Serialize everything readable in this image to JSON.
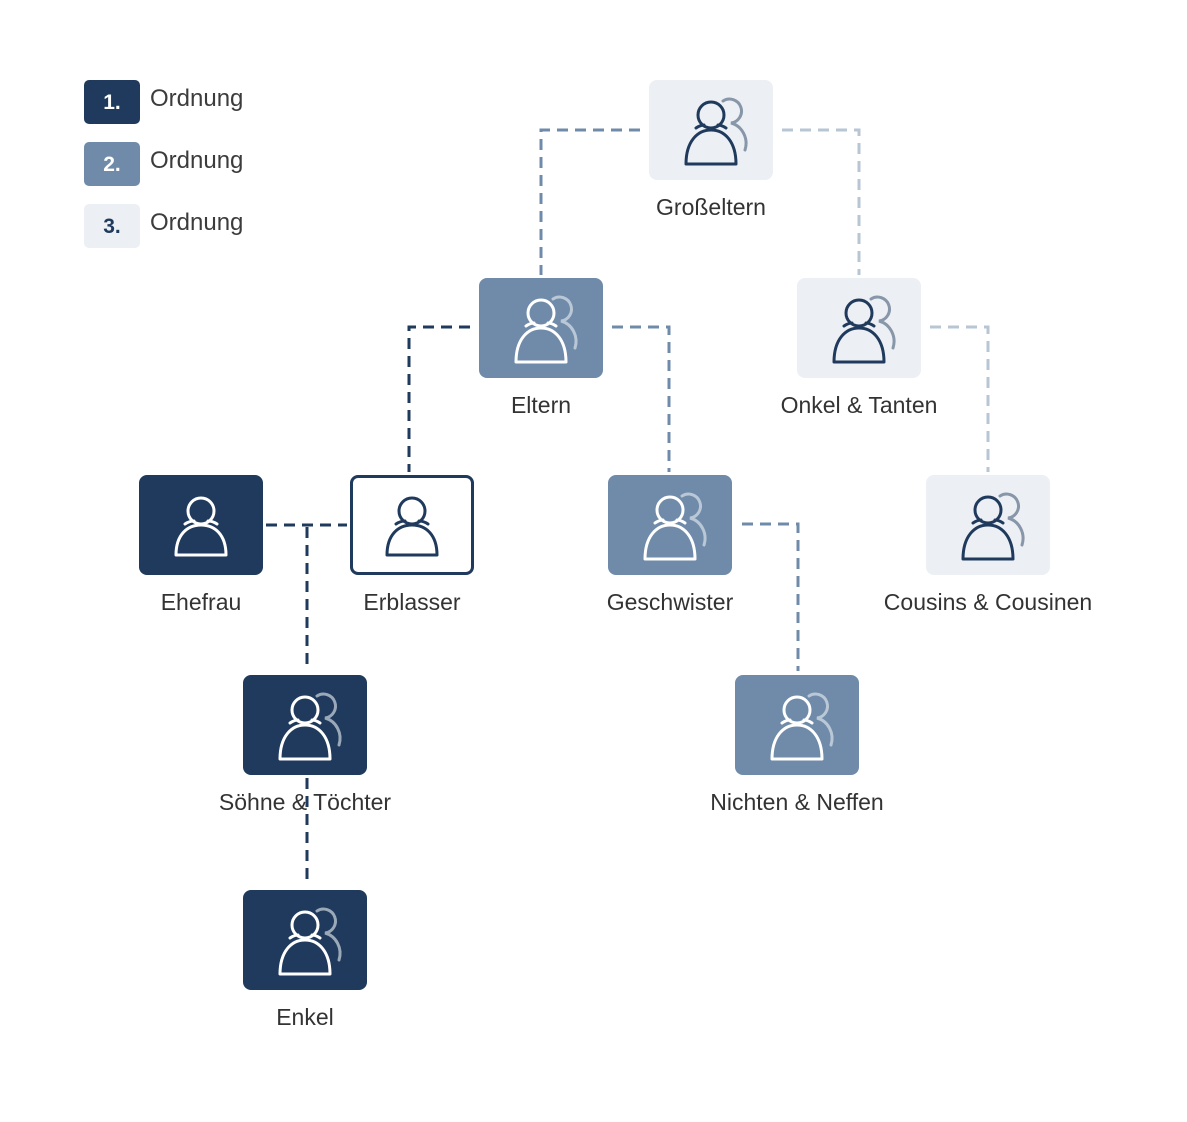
{
  "legend": [
    {
      "number": "1.",
      "label": "Ordnung",
      "color": "#1f3a5c",
      "text_color": "#ffffff"
    },
    {
      "number": "2.",
      "label": "Ordnung",
      "color": "#6f8ba9",
      "text_color": "#ffffff"
    },
    {
      "number": "3.",
      "label": "Ordnung",
      "color": "#eceff3",
      "text_color": "#1f3a5c"
    }
  ],
  "nodes": [
    {
      "id": "grosseltern",
      "label": "Großeltern",
      "order": 3,
      "icon": "group-icon"
    },
    {
      "id": "eltern",
      "label": "Eltern",
      "order": 2,
      "icon": "group-icon"
    },
    {
      "id": "onkel-tanten",
      "label": "Onkel & Tanten",
      "order": 3,
      "icon": "group-icon"
    },
    {
      "id": "ehefrau",
      "label": "Ehefrau",
      "order": 1,
      "icon": "person-icon"
    },
    {
      "id": "erblasser",
      "label": "Erblasser",
      "order": 0,
      "icon": "person-icon"
    },
    {
      "id": "geschwister",
      "label": "Geschwister",
      "order": 2,
      "icon": "group-icon"
    },
    {
      "id": "cousins",
      "label": "Cousins & Cousinen",
      "order": 3,
      "icon": "group-icon"
    },
    {
      "id": "kinder",
      "label": "Söhne & Töchter",
      "order": 1,
      "icon": "group-icon"
    },
    {
      "id": "nichten-neffen",
      "label": "Nichten & Neffen",
      "order": 2,
      "icon": "group-icon"
    },
    {
      "id": "enkel",
      "label": "Enkel",
      "order": 1,
      "icon": "group-icon"
    }
  ],
  "connections": [
    {
      "from": "grosseltern",
      "to": "eltern",
      "order": 2
    },
    {
      "from": "grosseltern",
      "to": "onkel-tanten",
      "order": 3
    },
    {
      "from": "eltern",
      "to": "erblasser",
      "order": 1
    },
    {
      "from": "eltern",
      "to": "geschwister",
      "order": 2
    },
    {
      "from": "onkel-tanten",
      "to": "cousins",
      "order": 3
    },
    {
      "from": "ehefrau",
      "to": "erblasser",
      "order": 1
    },
    {
      "from": "ehefrau",
      "to": "kinder",
      "order": 1
    },
    {
      "from": "kinder",
      "to": "enkel",
      "order": 1
    },
    {
      "from": "geschwister",
      "to": "nichten-neffen",
      "order": 2
    }
  ]
}
